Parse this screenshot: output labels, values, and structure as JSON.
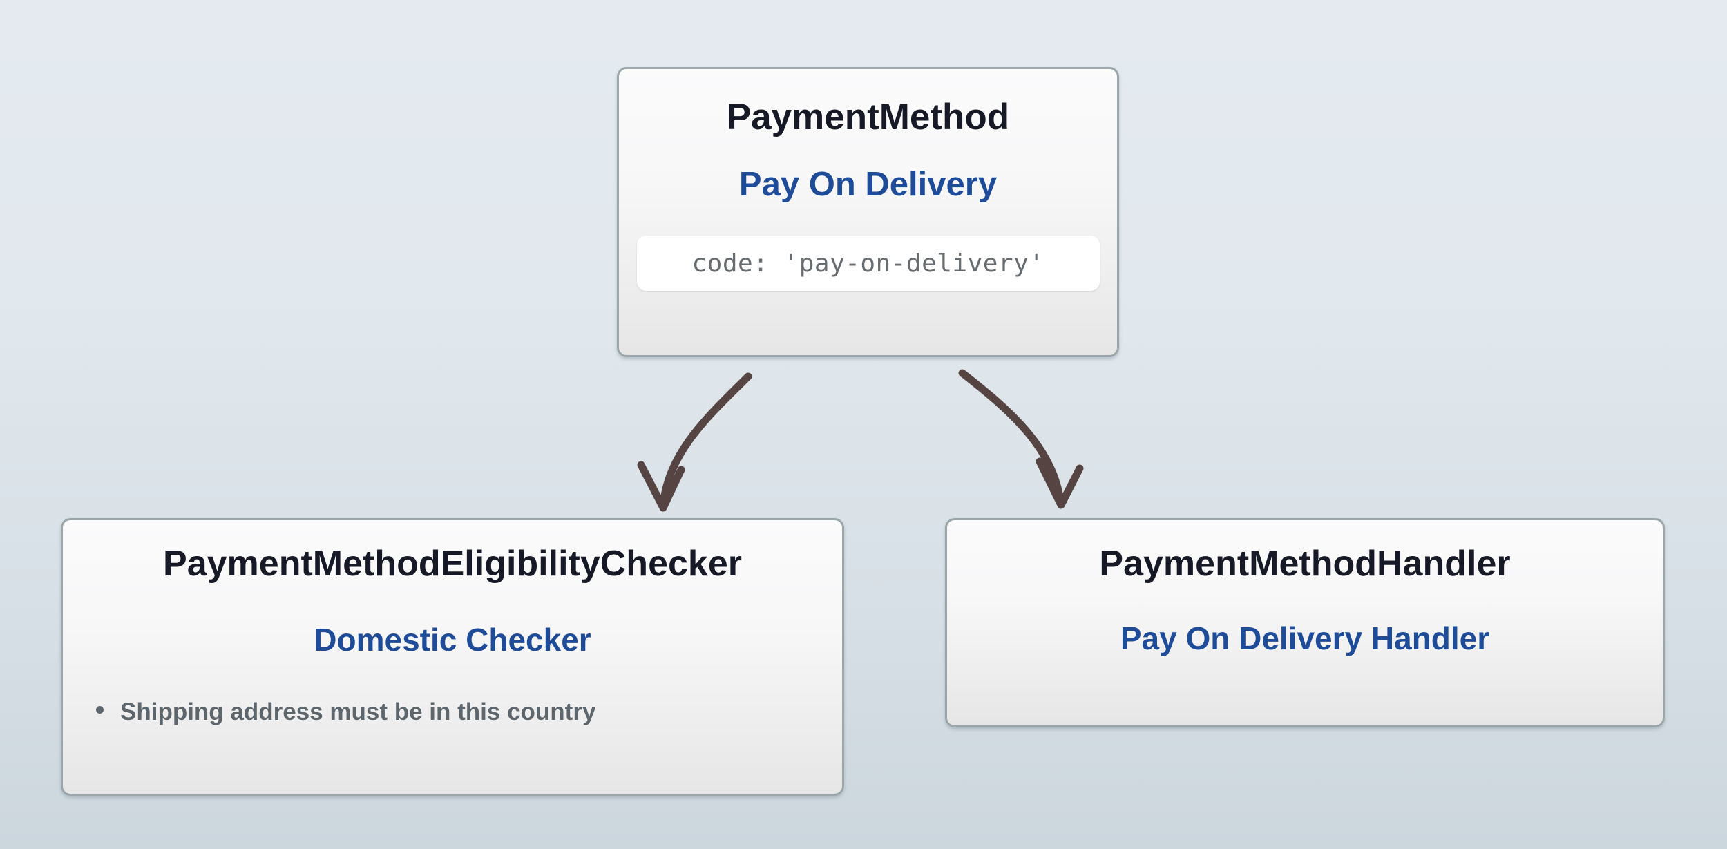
{
  "diagram": {
    "type": "flow-diagram",
    "background_top_color": "#e4eaf0",
    "background_bottom_color": "#ccd6dd",
    "accent_blue": "#1e4c98",
    "title_color": "#171a26",
    "muted_color": "#5c666c",
    "arrow_color": "#554442",
    "card_border_color": "#9aa6aa"
  },
  "nodes": {
    "payment_method": {
      "type_label": "PaymentMethod",
      "name_label": "Pay On Delivery",
      "code_line": "code: 'pay-on-delivery'"
    },
    "eligibility_checker": {
      "type_label": "PaymentMethodEligibilityChecker",
      "name_label": "Domestic Checker",
      "bullets": [
        "Shipping address must be in this country"
      ]
    },
    "handler": {
      "type_label": "PaymentMethodHandler",
      "name_label": "Pay On Delivery Handler"
    }
  },
  "edges": [
    {
      "id": "edge-to-eligibility-checker",
      "from": "payment_method",
      "to": "eligibility_checker",
      "style": "hand-drawn-curved-arrow"
    },
    {
      "id": "edge-to-handler",
      "from": "payment_method",
      "to": "handler",
      "style": "hand-drawn-curved-arrow"
    }
  ]
}
